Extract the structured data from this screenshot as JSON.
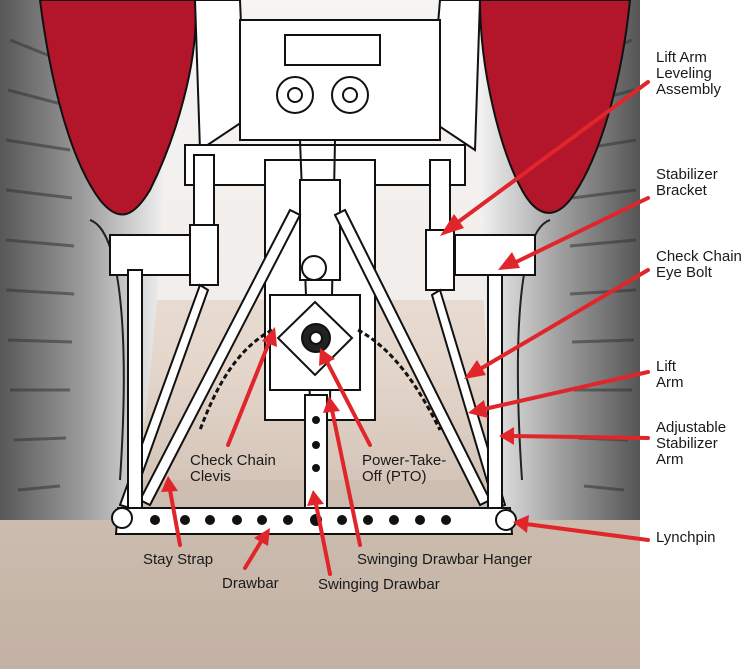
{
  "labels": {
    "lift_arm_leveling": "Lift Arm\nLeveling\nAssembly",
    "stabilizer_bracket": "Stabilizer\nBracket",
    "check_chain_eye_bolt": "Check Chain\nEye Bolt",
    "lift_arm": "Lift\nArm",
    "adjustable_stabilizer_arm": "Adjustable\nStabilizer\nArm",
    "lynchpin": "Lynchpin",
    "check_chain_clevis": "Check Chain\nClevis",
    "pto": "Power-Take-\nOff (PTO)",
    "stay_strap": "Stay Strap",
    "drawbar": "Drawbar",
    "swinging_drawbar": "Swinging Drawbar",
    "swinging_drawbar_hanger": "Swinging Drawbar Hanger"
  },
  "colors": {
    "arrow": "#e0262b",
    "fender": "#b3162a",
    "ground_top": "#f2ece6",
    "ground_bottom": "#bba89b",
    "tire_dark": "#5e5e5e",
    "tire_light": "#f0f0f0"
  }
}
